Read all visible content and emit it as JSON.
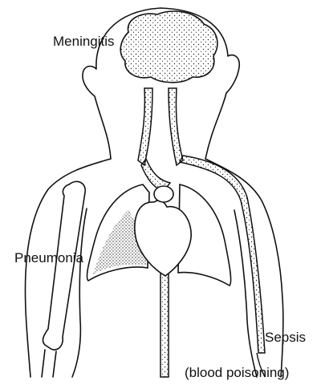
{
  "labels": {
    "meningitis": "Meningitis",
    "pneumonia": "Pneumonia",
    "sepsis": "Sepsis",
    "blood_poisoning": "(blood poisoning)"
  },
  "colors": {
    "outline": "#111111",
    "stipple": "#222222",
    "background": "#ffffff"
  }
}
